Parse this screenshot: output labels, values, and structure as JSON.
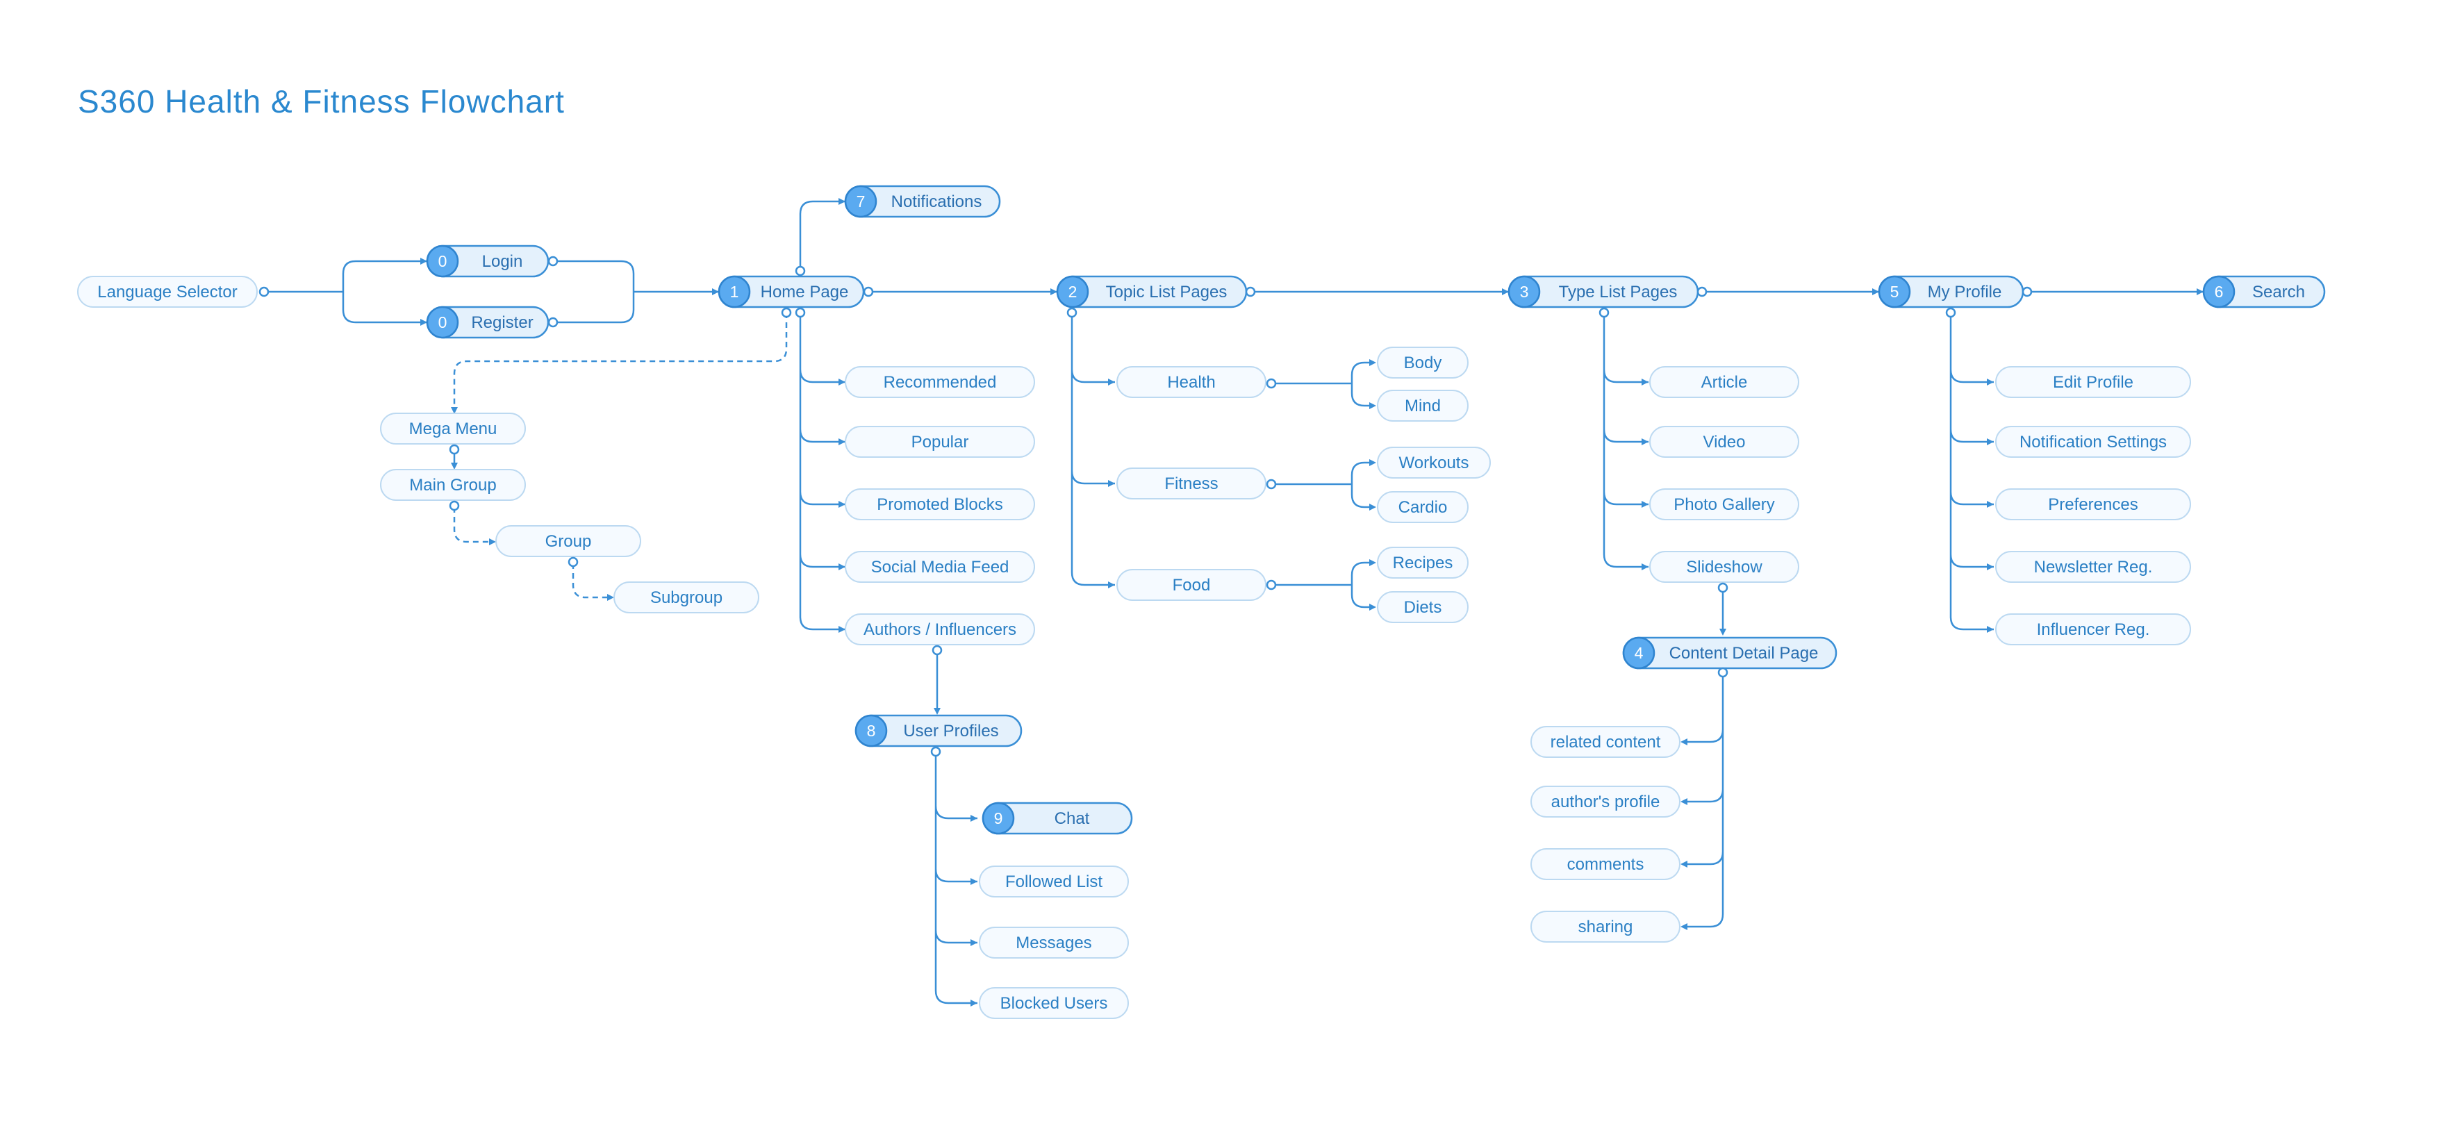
{
  "title": "S360 Health & Fitness Flowchart",
  "colors": {
    "accent": "#3a8fd6",
    "badge": "#5aaaf0",
    "text": "#2a7fc4",
    "node_border": "#bcd9f1"
  },
  "nodes": {
    "language_selector": {
      "label": "Language Selector"
    },
    "login": {
      "num": "0",
      "label": "Login"
    },
    "register": {
      "num": "0",
      "label": "Register"
    },
    "home_page": {
      "num": "1",
      "label": "Home Page"
    },
    "notifications": {
      "num": "7",
      "label": "Notifications"
    },
    "mega_menu": {
      "label": "Mega Menu"
    },
    "main_group": {
      "label": "Main Group"
    },
    "group": {
      "label": "Group"
    },
    "subgroup": {
      "label": "Subgroup"
    },
    "recommended": {
      "label": "Recommended"
    },
    "popular": {
      "label": "Popular"
    },
    "promoted_blocks": {
      "label": "Promoted Blocks"
    },
    "social_media_feed": {
      "label": "Social Media Feed"
    },
    "authors_influencers": {
      "label": "Authors / Influencers"
    },
    "user_profiles": {
      "num": "8",
      "label": "User Profiles"
    },
    "chat": {
      "num": "9",
      "label": "Chat"
    },
    "followed_list": {
      "label": "Followed List"
    },
    "messages": {
      "label": "Messages"
    },
    "blocked_users": {
      "label": "Blocked Users"
    },
    "topic_list_pages": {
      "num": "2",
      "label": "Topic List Pages"
    },
    "health": {
      "label": "Health"
    },
    "fitness": {
      "label": "Fitness"
    },
    "food": {
      "label": "Food"
    },
    "body": {
      "label": "Body"
    },
    "mind": {
      "label": "Mind"
    },
    "workouts": {
      "label": "Workouts"
    },
    "cardio": {
      "label": "Cardio"
    },
    "recipes": {
      "label": "Recipes"
    },
    "diets": {
      "label": "Diets"
    },
    "type_list_pages": {
      "num": "3",
      "label": "Type List Pages"
    },
    "article": {
      "label": "Article"
    },
    "video": {
      "label": "Video"
    },
    "photo_gallery": {
      "label": "Photo Gallery"
    },
    "slideshow": {
      "label": "Slideshow"
    },
    "content_detail_page": {
      "num": "4",
      "label": "Content Detail Page"
    },
    "related_content": {
      "label": "related content"
    },
    "authors_profile": {
      "label": "author's profile"
    },
    "comments": {
      "label": "comments"
    },
    "sharing": {
      "label": "sharing"
    },
    "my_profile": {
      "num": "5",
      "label": "My Profile"
    },
    "edit_profile": {
      "label": "Edit Profile"
    },
    "notification_settings": {
      "label": "Notification Settings"
    },
    "preferences": {
      "label": "Preferences"
    },
    "newsletter_reg": {
      "label": "Newsletter Reg."
    },
    "influencer_reg": {
      "label": "Influencer Reg."
    },
    "search": {
      "num": "6",
      "label": "Search"
    }
  }
}
